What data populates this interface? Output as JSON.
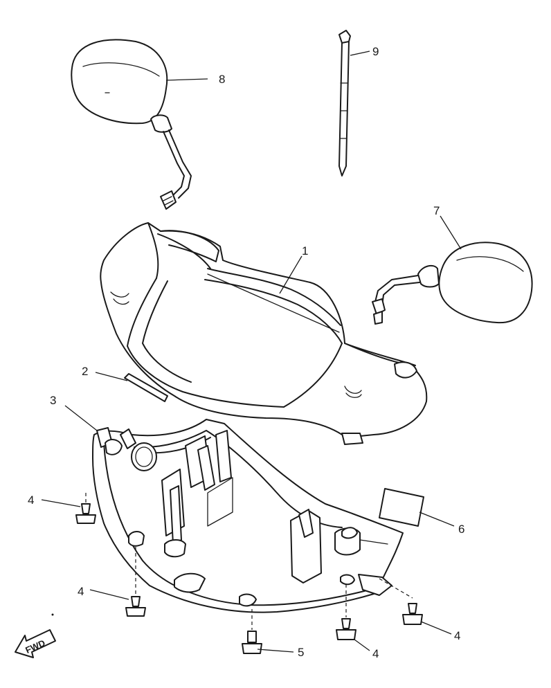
{
  "callouts": [
    {
      "id": "1",
      "label": "1"
    },
    {
      "id": "2",
      "label": "2"
    },
    {
      "id": "3",
      "label": "3"
    },
    {
      "id": "4a",
      "label": "4"
    },
    {
      "id": "4b",
      "label": "4"
    },
    {
      "id": "4c",
      "label": "4"
    },
    {
      "id": "4d",
      "label": "4"
    },
    {
      "id": "5",
      "label": "5"
    },
    {
      "id": "6",
      "label": "6"
    },
    {
      "id": "7",
      "label": "7"
    },
    {
      "id": "8",
      "label": "8"
    },
    {
      "id": "9",
      "label": "9"
    }
  ],
  "fwd_arrow": {
    "label": "FWD",
    "icon": "forward-arrow-icon"
  }
}
